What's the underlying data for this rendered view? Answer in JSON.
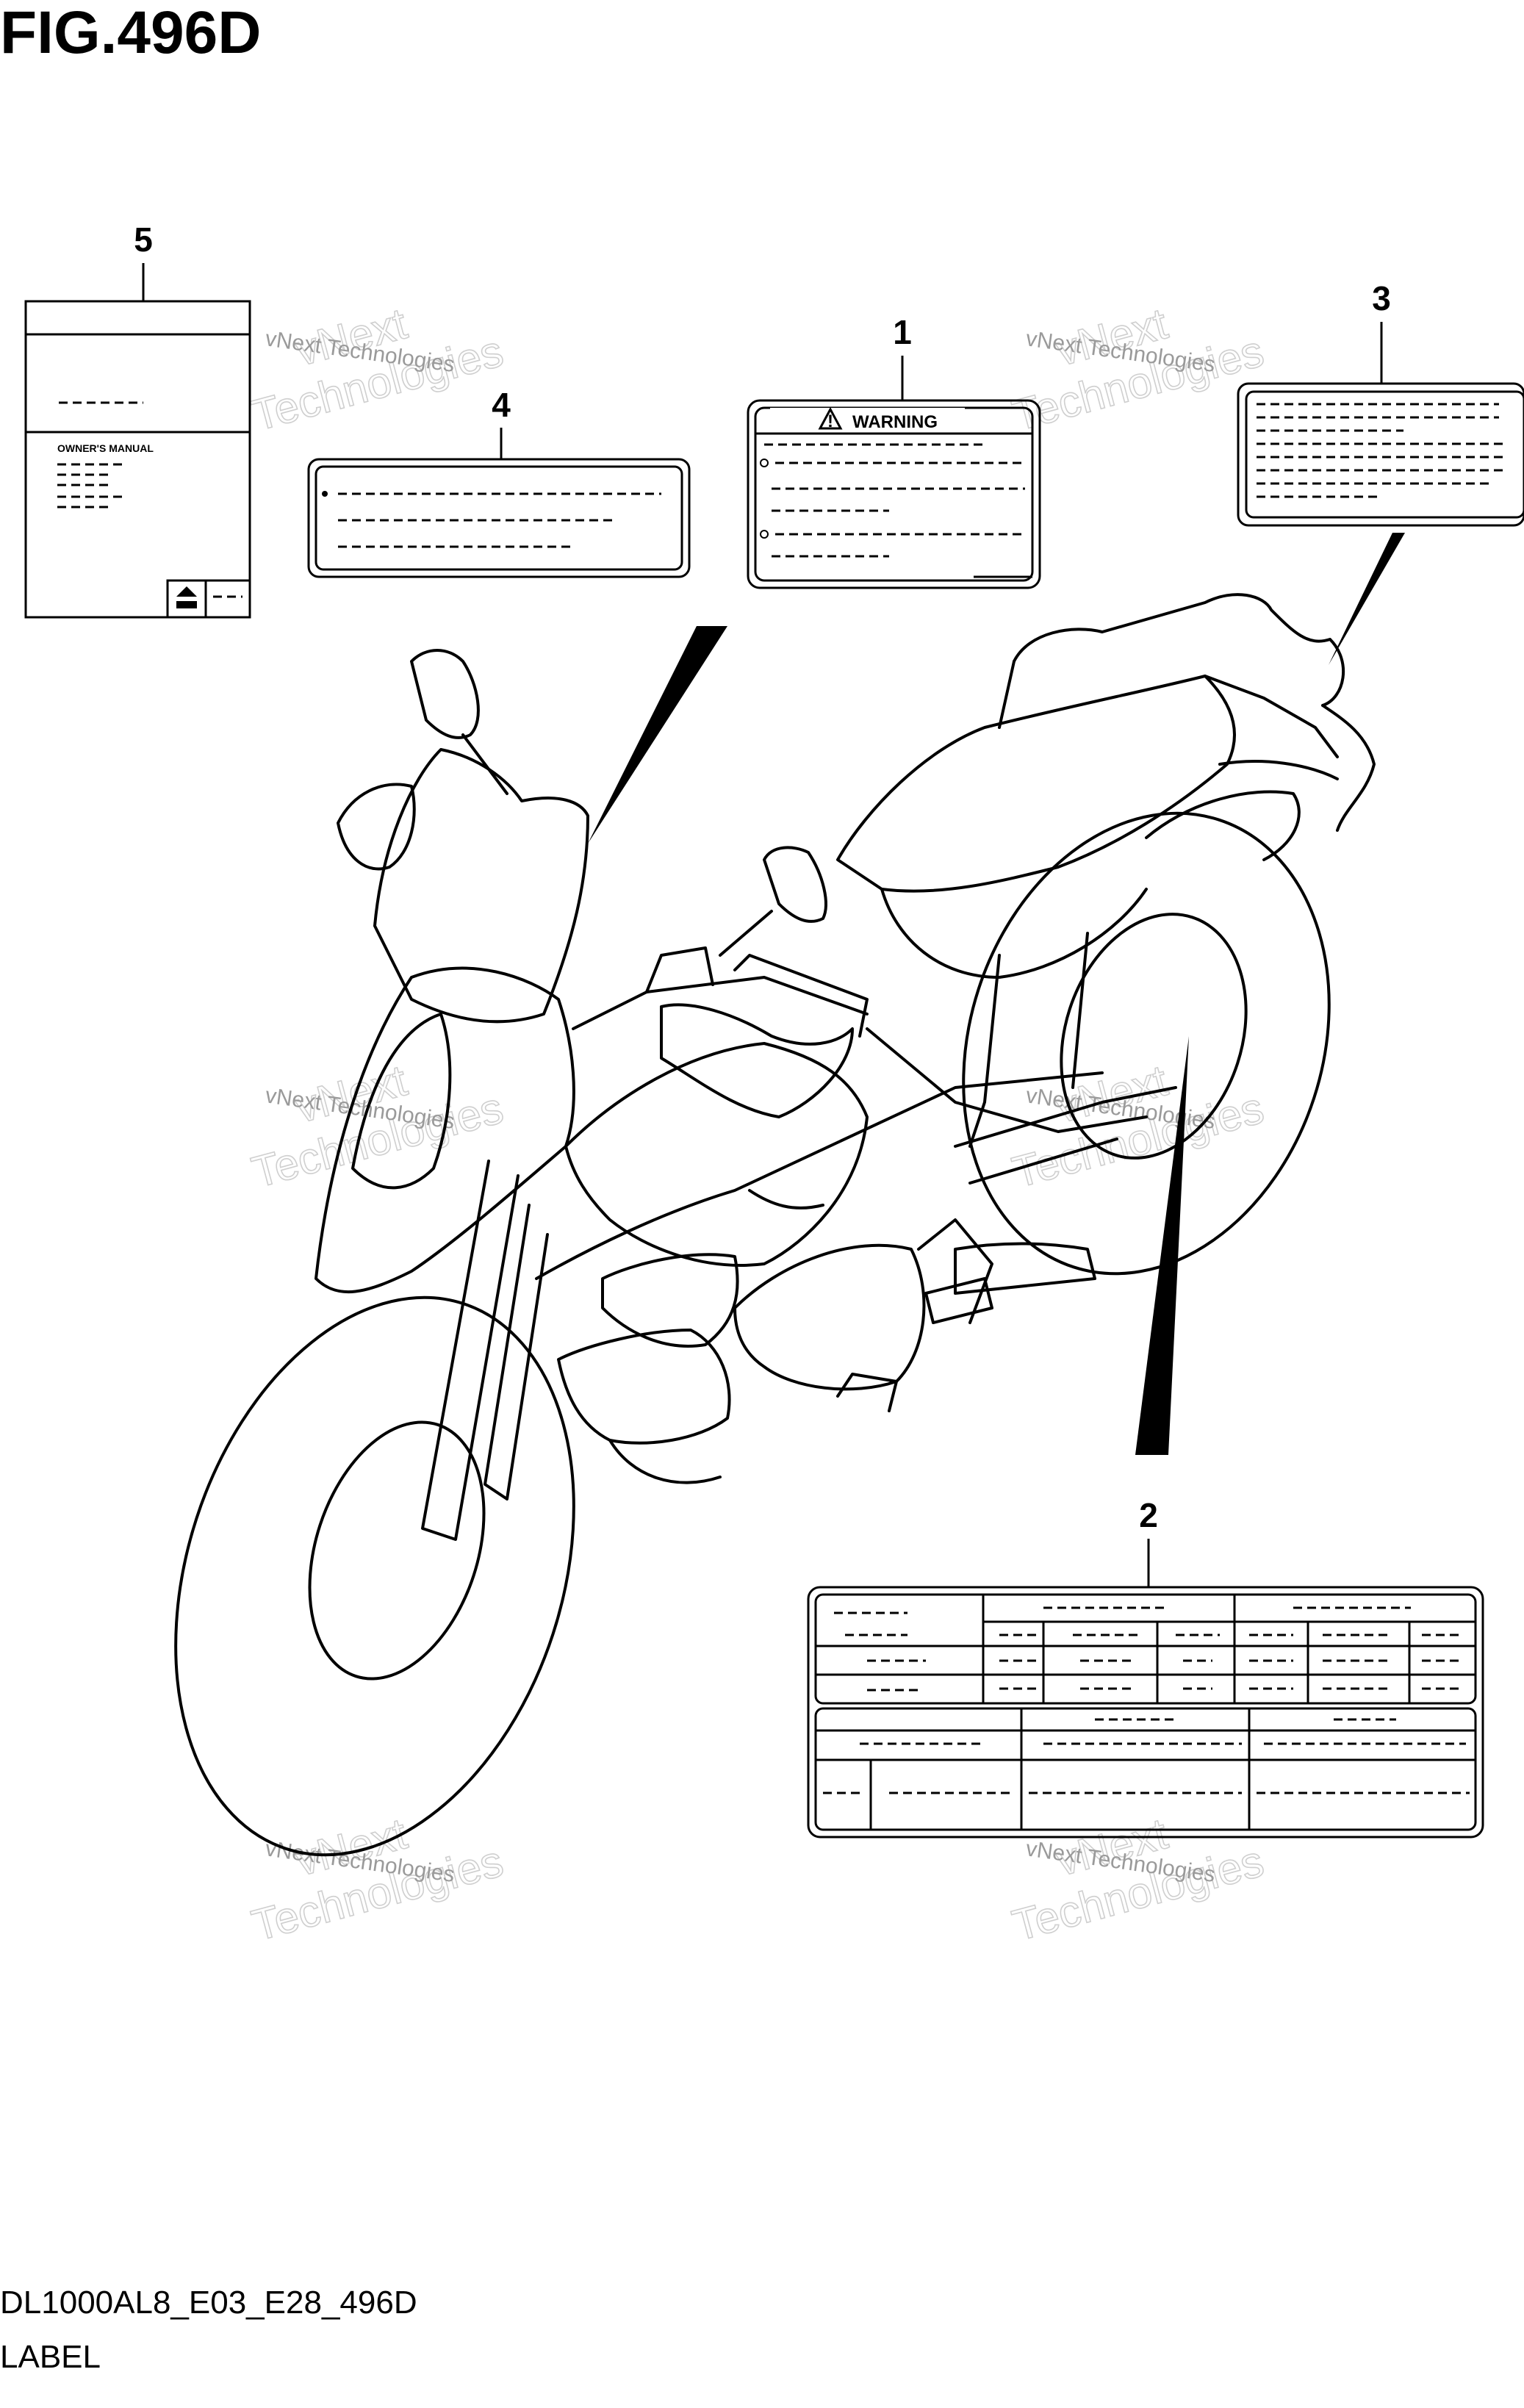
{
  "figure": {
    "title": "FIG.496D",
    "code": "DL1000AL8_E03_E28_496D",
    "caption": "LABEL"
  },
  "callouts": [
    {
      "id": "callout-1",
      "number": "1"
    },
    {
      "id": "callout-2",
      "number": "2"
    },
    {
      "id": "callout-3",
      "number": "3"
    },
    {
      "id": "callout-4",
      "number": "4"
    },
    {
      "id": "callout-5",
      "number": "5"
    }
  ],
  "labels": {
    "warning_heading": "WARNING",
    "manual_heading": "OWNER'S MANUAL"
  },
  "watermark": {
    "line1": "vNext Technologies",
    "line2": "vNext",
    "line3": "Technologies"
  }
}
